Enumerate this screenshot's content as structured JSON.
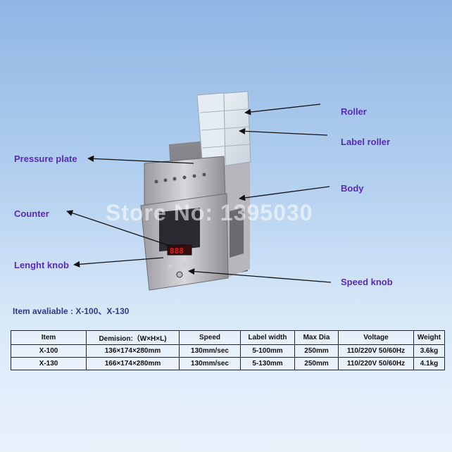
{
  "callouts": {
    "roller": "Roller",
    "label_roller": "Label roller",
    "pressure_plate": "Pressure plate",
    "body": "Body",
    "counter": "Counter",
    "length_knob": "Lenght knob",
    "speed_knob": "Speed knob"
  },
  "watermark": "Store No: 1395030",
  "availability": "Item avaliable : X-100、X-130",
  "spec_table": {
    "headers": [
      "Item",
      "Demision:（W×H×L)",
      "Speed",
      "Label width",
      "Max Dia",
      "Voltage",
      "Weight"
    ],
    "rows": [
      [
        "X-100",
        "136×174×280mm",
        "130mm/sec",
        "5-100mm",
        "250mm",
        "110/220V 50/60Hz",
        "3.6kg"
      ],
      [
        "X-130",
        "166×174×280mm",
        "130mm/sec",
        "5-130mm",
        "250mm",
        "110/220V 50/60Hz",
        "4.1kg"
      ]
    ]
  },
  "colors": {
    "callout_text": "#5a2ab8",
    "availability_text": "#2d3c8a",
    "display_red": "#e02020"
  }
}
